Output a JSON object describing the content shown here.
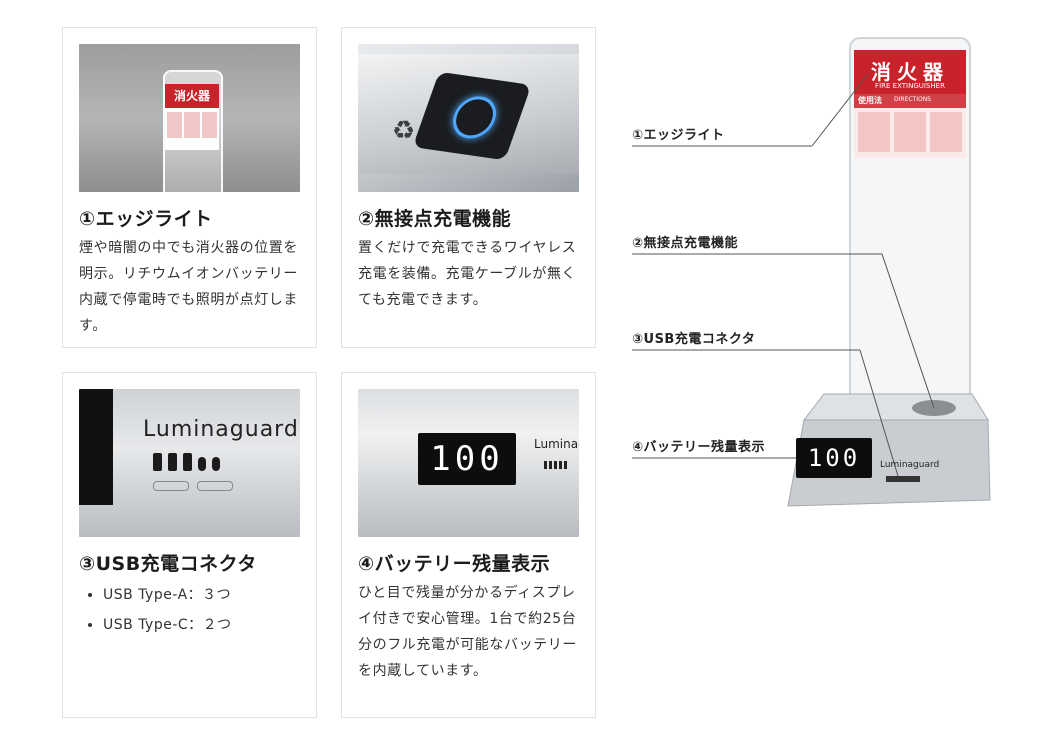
{
  "cards": [
    {
      "title": "①エッジライト",
      "body": "煙や暗闇の中でも消火器の位置を明示。リチウムイオンバッテリー内蔵で停電時でも照明が点灯します。"
    },
    {
      "title": "②無接点充電機能",
      "body": "置くだけで充電できるワイヤレス充電を装備。充電ケーブルが無くても充電できます。"
    },
    {
      "title": "③USB充電コネクタ",
      "list": [
        "USB Type-A：３つ",
        "USB Type-C：２つ"
      ]
    },
    {
      "title": "④バッテリー残量表示",
      "body": "ひと目で残量が分かるディスプレイ付きで安心管理。1台で約25台分のフル充電が可能なバッテリーを内蔵しています。"
    }
  ],
  "photos": {
    "sign_text": "消火器",
    "sign_sub": "FIRE EXTINGUISHER",
    "sign_directions": "使用法",
    "sign_directions_en": "DIRECTIONS",
    "brand": "Luminaguard",
    "brand_short": "Luminag",
    "display_value": "100"
  },
  "diagram": {
    "callouts": [
      "①エッジライト",
      "②無接点充電機能",
      "③USB充電コネクタ",
      "④バッテリー残量表示"
    ]
  },
  "colors": {
    "sign_red": "#c8222a",
    "charge_blue": "#4fa8ff",
    "callout_line": "#555555"
  }
}
